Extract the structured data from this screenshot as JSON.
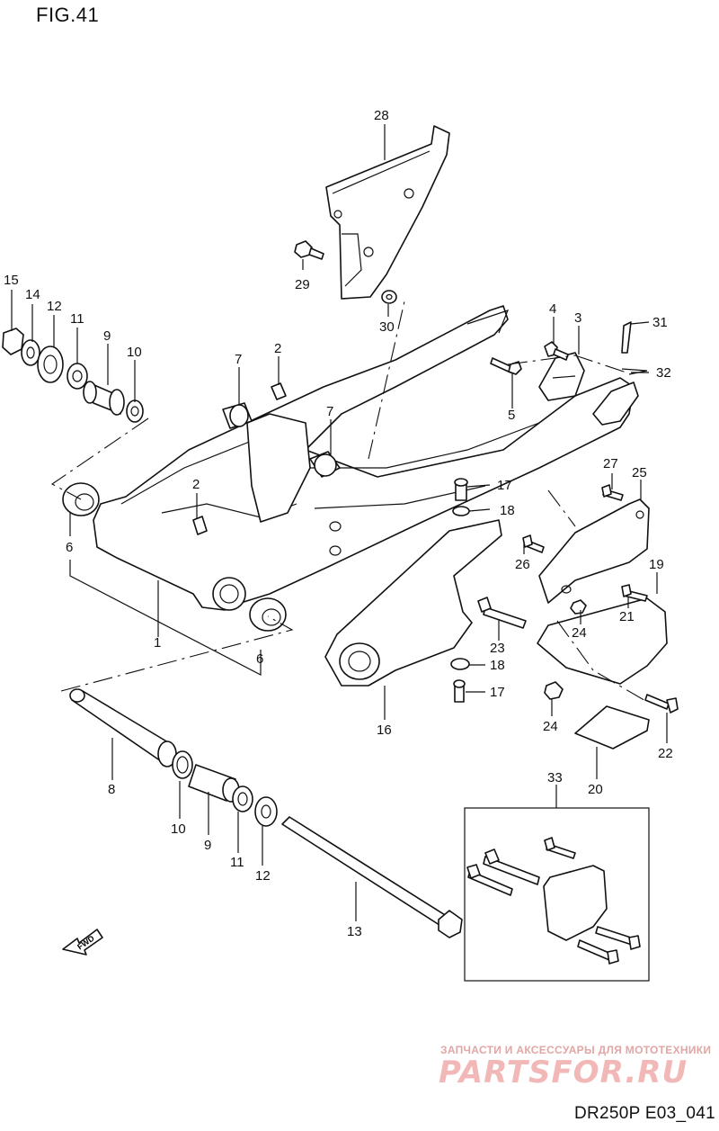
{
  "figure": {
    "title": "FIG.41",
    "model_code": "DR250P E03_041",
    "watermark_tagline": "ЗАПЧАСТИ И АКСЕССУАРЫ ДЛЯ МОТОТЕХНИКИ",
    "watermark_logo": "PARTSFOR.RU",
    "fwd_label": "FWD"
  },
  "callouts": [
    {
      "id": "c28",
      "label": "28"
    },
    {
      "id": "c29",
      "label": "29"
    },
    {
      "id": "c30",
      "label": "30"
    },
    {
      "id": "c15",
      "label": "15"
    },
    {
      "id": "c14",
      "label": "14"
    },
    {
      "id": "c12a",
      "label": "12"
    },
    {
      "id": "c11a",
      "label": "11"
    },
    {
      "id": "c9a",
      "label": "9"
    },
    {
      "id": "c10a",
      "label": "10"
    },
    {
      "id": "c7a",
      "label": "7"
    },
    {
      "id": "c2a",
      "label": "2"
    },
    {
      "id": "c7b",
      "label": "7"
    },
    {
      "id": "c4",
      "label": "4"
    },
    {
      "id": "c3",
      "label": "3"
    },
    {
      "id": "c31",
      "label": "31"
    },
    {
      "id": "c32",
      "label": "32"
    },
    {
      "id": "c5",
      "label": "5"
    },
    {
      "id": "c2b",
      "label": "2"
    },
    {
      "id": "c6a",
      "label": "6"
    },
    {
      "id": "c1",
      "label": "1"
    },
    {
      "id": "c6b",
      "label": "6"
    },
    {
      "id": "c17a",
      "label": "17"
    },
    {
      "id": "c18a",
      "label": "18"
    },
    {
      "id": "c27",
      "label": "27"
    },
    {
      "id": "c25",
      "label": "25"
    },
    {
      "id": "c26",
      "label": "26"
    },
    {
      "id": "c19",
      "label": "19"
    },
    {
      "id": "c21",
      "label": "21"
    },
    {
      "id": "c24a",
      "label": "24"
    },
    {
      "id": "c23",
      "label": "23"
    },
    {
      "id": "c18b",
      "label": "18"
    },
    {
      "id": "c17b",
      "label": "17"
    },
    {
      "id": "c16",
      "label": "16"
    },
    {
      "id": "c24b",
      "label": "24"
    },
    {
      "id": "c22",
      "label": "22"
    },
    {
      "id": "c20",
      "label": "20"
    },
    {
      "id": "c8",
      "label": "8"
    },
    {
      "id": "c10b",
      "label": "10"
    },
    {
      "id": "c9b",
      "label": "9"
    },
    {
      "id": "c11b",
      "label": "11"
    },
    {
      "id": "c12b",
      "label": "12"
    },
    {
      "id": "c13",
      "label": "13"
    },
    {
      "id": "c33",
      "label": "33"
    }
  ]
}
